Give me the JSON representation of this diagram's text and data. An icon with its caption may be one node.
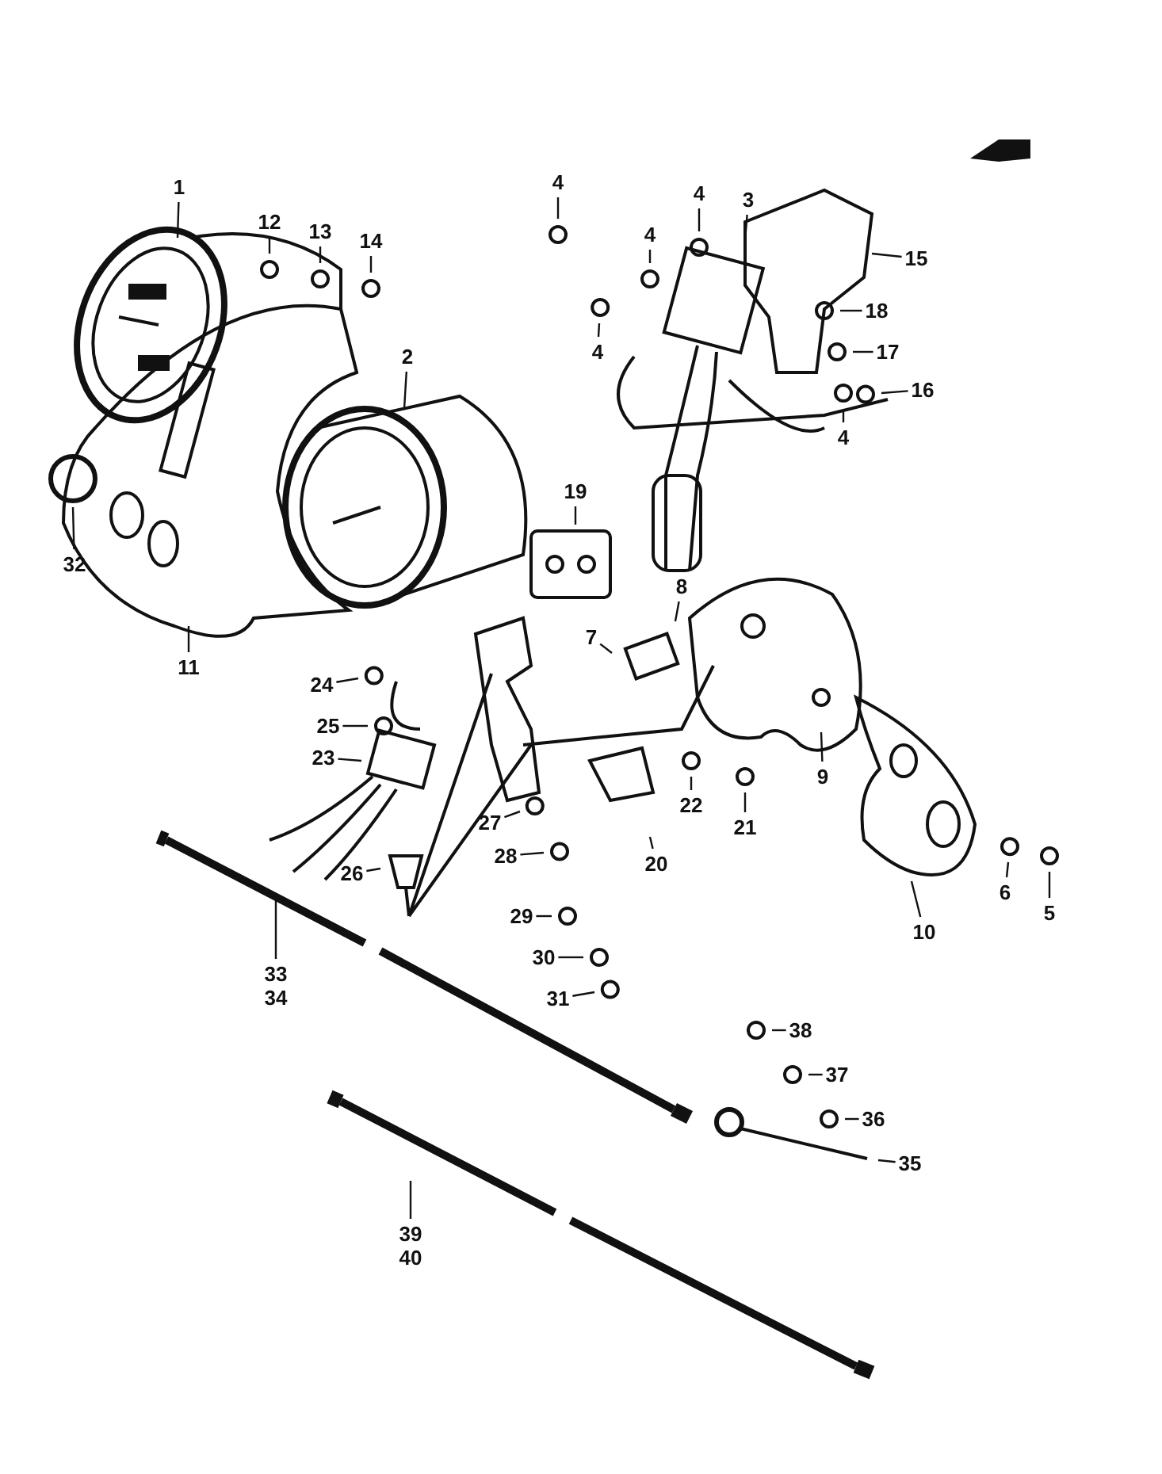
{
  "diagram": {
    "nodes": [
      {
        "text": [
          "4"
        ]
      },
      {
        "text": [
          "1"
        ]
      },
      {
        "text": [
          "4"
        ]
      },
      {
        "text": [
          "3"
        ]
      },
      {
        "text": [
          "12"
        ]
      },
      {
        "text": [
          "4"
        ]
      },
      {
        "text": [
          "13"
        ]
      },
      {
        "text": [
          "14"
        ]
      },
      {
        "text": [
          "15"
        ]
      },
      {
        "text": [
          "18"
        ]
      },
      {
        "text": [
          "4"
        ]
      },
      {
        "text": [
          "17"
        ]
      },
      {
        "text": [
          "2"
        ]
      },
      {
        "text": [
          "16"
        ]
      },
      {
        "text": [
          "4"
        ]
      },
      {
        "text": [
          "19"
        ]
      },
      {
        "text": [
          "32"
        ]
      },
      {
        "text": [
          "8"
        ]
      },
      {
        "text": [
          "7"
        ]
      },
      {
        "text": [
          "11"
        ]
      },
      {
        "text": [
          "24"
        ]
      },
      {
        "text": [
          "25"
        ]
      },
      {
        "text": [
          "23"
        ]
      },
      {
        "text": [
          "9"
        ]
      },
      {
        "text": [
          "22"
        ]
      },
      {
        "text": [
          "21"
        ]
      },
      {
        "text": [
          "27"
        ]
      },
      {
        "text": [
          "20"
        ]
      },
      {
        "text": [
          "26"
        ]
      },
      {
        "text": [
          "28"
        ]
      },
      {
        "text": [
          "6"
        ]
      },
      {
        "text": [
          "5"
        ]
      },
      {
        "text": [
          "29"
        ]
      },
      {
        "text": [
          "10"
        ]
      },
      {
        "text": [
          "30"
        ]
      },
      {
        "text": [
          "33",
          "34"
        ]
      },
      {
        "text": [
          "31"
        ]
      },
      {
        "text": [
          "38"
        ]
      },
      {
        "text": [
          "37"
        ]
      },
      {
        "text": [
          "36"
        ]
      },
      {
        "text": [
          "35"
        ]
      },
      {
        "text": [
          "39",
          "40"
        ]
      }
    ],
    "edges": [
      {
        "from": 0,
        "to": null,
        "arrow": "none"
      },
      {
        "from": 1,
        "to": null,
        "arrow": "none"
      },
      {
        "from": 2,
        "to": null,
        "arrow": "none"
      },
      {
        "from": 3,
        "to": null,
        "arrow": "none"
      },
      {
        "from": 4,
        "to": null,
        "arrow": "none"
      },
      {
        "from": 5,
        "to": null,
        "arrow": "none"
      },
      {
        "from": 6,
        "to": null,
        "arrow": "none"
      },
      {
        "from": 7,
        "to": null,
        "arrow": "none"
      },
      {
        "from": 8,
        "to": null,
        "arrow": "none"
      },
      {
        "from": 9,
        "to": null,
        "arrow": "none"
      },
      {
        "from": 10,
        "to": null,
        "arrow": "none"
      },
      {
        "from": 11,
        "to": null,
        "arrow": "none"
      },
      {
        "from": 12,
        "to": null,
        "arrow": "none"
      },
      {
        "from": 13,
        "to": null,
        "arrow": "none"
      },
      {
        "from": 14,
        "to": null,
        "arrow": "none"
      },
      {
        "from": 15,
        "to": null,
        "arrow": "none"
      },
      {
        "from": 16,
        "to": null,
        "arrow": "none"
      },
      {
        "from": 17,
        "to": null,
        "arrow": "none"
      },
      {
        "from": 18,
        "to": null,
        "arrow": "none"
      },
      {
        "from": 19,
        "to": null,
        "arrow": "none"
      },
      {
        "from": 20,
        "to": null,
        "arrow": "none"
      },
      {
        "from": 21,
        "to": null,
        "arrow": "none"
      },
      {
        "from": 22,
        "to": null,
        "arrow": "none"
      },
      {
        "from": 23,
        "to": null,
        "arrow": "none"
      },
      {
        "from": 24,
        "to": null,
        "arrow": "none"
      },
      {
        "from": 25,
        "to": null,
        "arrow": "none"
      },
      {
        "from": 26,
        "to": null,
        "arrow": "none"
      },
      {
        "from": 27,
        "to": null,
        "arrow": "none"
      },
      {
        "from": 28,
        "to": null,
        "arrow": "none"
      },
      {
        "from": 29,
        "to": null,
        "arrow": "none"
      },
      {
        "from": 30,
        "to": null,
        "arrow": "none"
      },
      {
        "from": 31,
        "to": null,
        "arrow": "none"
      },
      {
        "from": 32,
        "to": null,
        "arrow": "none"
      },
      {
        "from": 33,
        "to": null,
        "arrow": "none"
      },
      {
        "from": 34,
        "to": null,
        "arrow": "none"
      },
      {
        "from": 35,
        "to": null,
        "arrow": "none"
      },
      {
        "from": 36,
        "to": null,
        "arrow": "none"
      },
      {
        "from": 37,
        "to": null,
        "arrow": "none"
      },
      {
        "from": 38,
        "to": null,
        "arrow": "none"
      },
      {
        "from": 39,
        "to": null,
        "arrow": "none"
      },
      {
        "from": 40,
        "to": null,
        "arrow": "none"
      },
      {
        "from": 41,
        "to": null,
        "arrow": "none"
      }
    ]
  }
}
